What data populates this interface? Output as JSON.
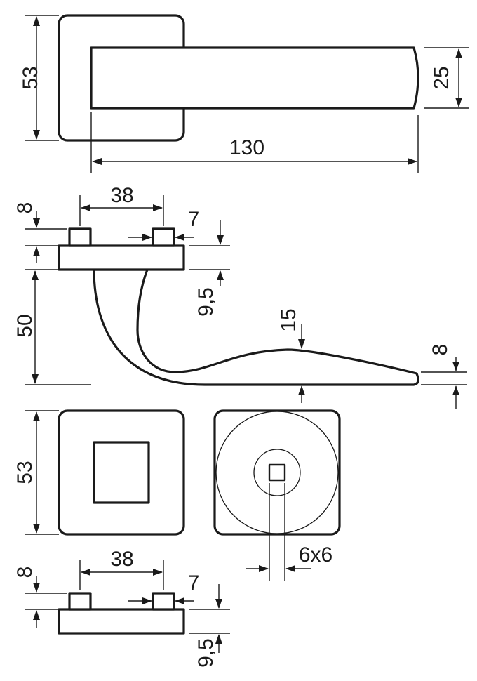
{
  "dimensions": {
    "rose_height_top": "53",
    "lever_width": "25",
    "lever_length": "130",
    "pin_spacing_top": "38",
    "plate_thickness_top": "8",
    "pin_width_top": "7",
    "pin_height_top": "9,5",
    "lever_height": "50",
    "lever_thickness": "15",
    "lever_tip_thickness": "8",
    "rose_height_bottom": "53",
    "spindle_square": "6x6",
    "pin_spacing_bottom": "38",
    "plate_thickness_bottom": "8",
    "pin_width_bottom": "7",
    "pin_height_bottom": "9,5"
  },
  "colors": {
    "line": "#1a1a1a",
    "background": "#ffffff"
  }
}
